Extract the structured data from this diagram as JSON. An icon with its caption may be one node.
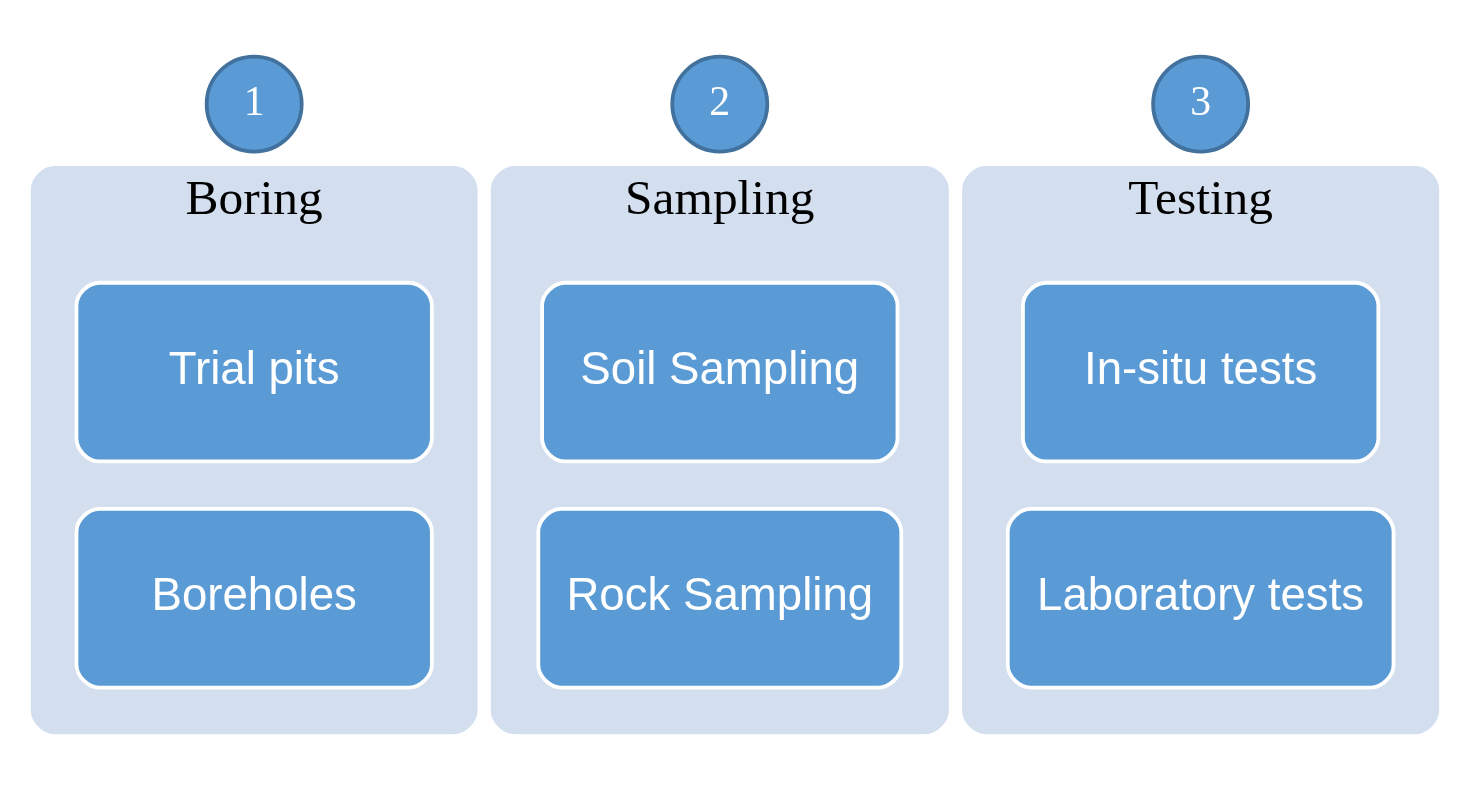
{
  "diagram": {
    "nodes": [
      {
        "text": [
          "1"
        ]
      },
      {
        "text": [
          "Boring"
        ]
      },
      {
        "text": [
          "Trial pits"
        ],
        "in": 1
      },
      {
        "text": [
          "Boreholes"
        ],
        "in": 1
      },
      {
        "text": [
          "2"
        ]
      },
      {
        "text": [
          "Sampling"
        ]
      },
      {
        "text": [
          "Soil Sampling"
        ],
        "in": 5
      },
      {
        "text": [
          "Rock Sampling"
        ],
        "in": 5
      },
      {
        "text": [
          "3"
        ]
      },
      {
        "text": [
          "Testing"
        ]
      },
      {
        "text": [
          "In-situ tests"
        ],
        "in": 9
      },
      {
        "text": [
          "Laboratory tests"
        ],
        "in": 9
      }
    ]
  }
}
